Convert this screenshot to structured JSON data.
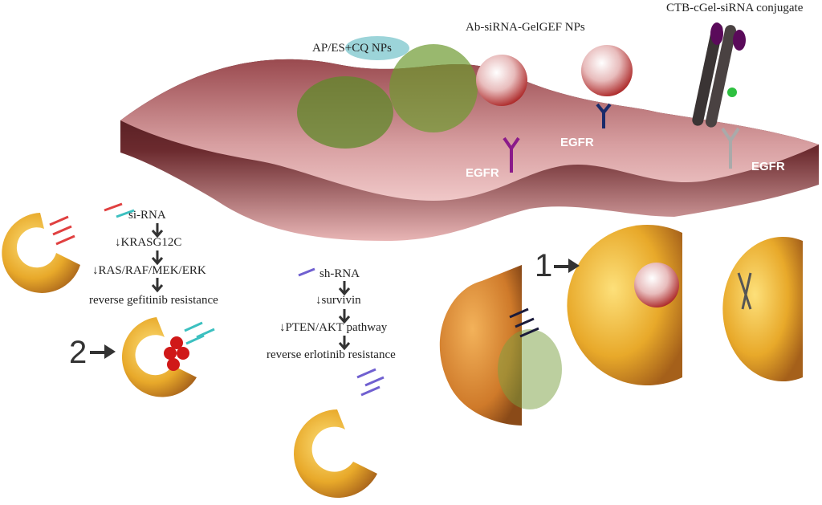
{
  "labels": {
    "ap_es_cq": "AP/ES+CQ NPs",
    "ab_sirna": "Ab-siRNA-GelGEF NPs",
    "ctb": "CTB-cGel-siRNA conjugate",
    "egfr": [
      "EGFR",
      "EGFR",
      "EGFR"
    ]
  },
  "pathway_sirna": {
    "steps": [
      "si-RNA",
      "↓KRASG12C",
      "↓RAS/RAF/MEK/ERK",
      "reverse gefitinib resistance"
    ]
  },
  "pathway_shrna": {
    "steps": [
      "sh-RNA",
      "↓survivin",
      "↓PTEN/AKT pathway",
      "reverse erlotinib resistance"
    ]
  },
  "markers": {
    "one": "1",
    "two": "2"
  },
  "colors": {
    "membrane_top": "#d9a0a0",
    "membrane_side": "#5c1f22",
    "carrier": "#e2a12a",
    "sirna_red": "#e04040",
    "sirna_teal": "#3cc0c0",
    "shrna": "#7060d0"
  }
}
